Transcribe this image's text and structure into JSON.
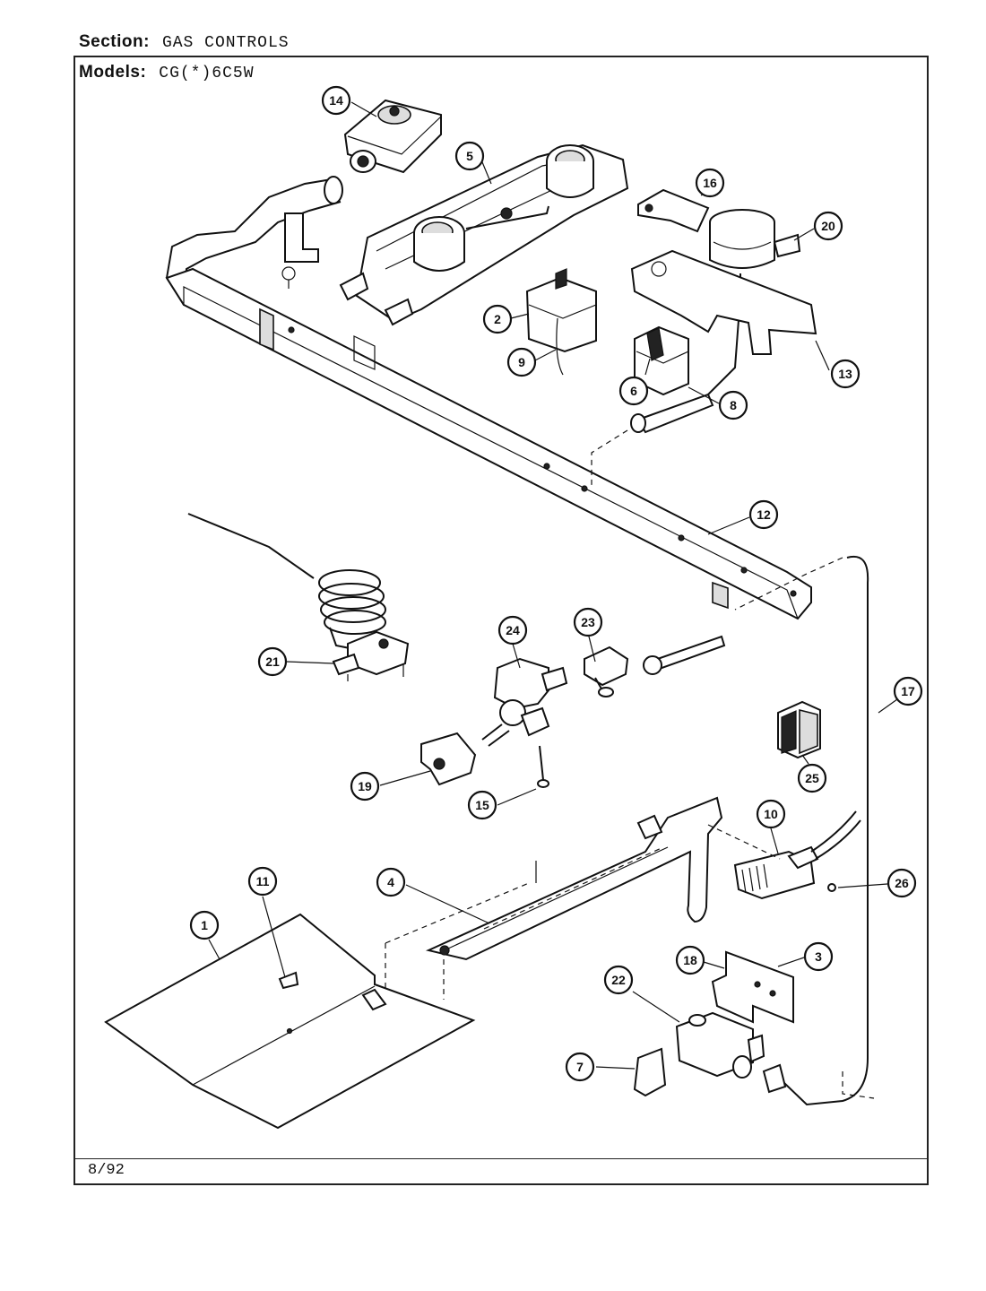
{
  "header": {
    "section_label": "Section:",
    "section_value": "GAS CONTROLS",
    "models_label": "Models:",
    "models_value": "CG(*)6C5W"
  },
  "footer": {
    "date": "8/92"
  },
  "callouts": [
    "14",
    "5",
    "16",
    "20",
    "2",
    "9",
    "6",
    "8",
    "13",
    "12",
    "21",
    "24",
    "23",
    "17",
    "19",
    "15",
    "25",
    "10",
    "26",
    "11",
    "1",
    "4",
    "18",
    "3",
    "22",
    "7"
  ]
}
